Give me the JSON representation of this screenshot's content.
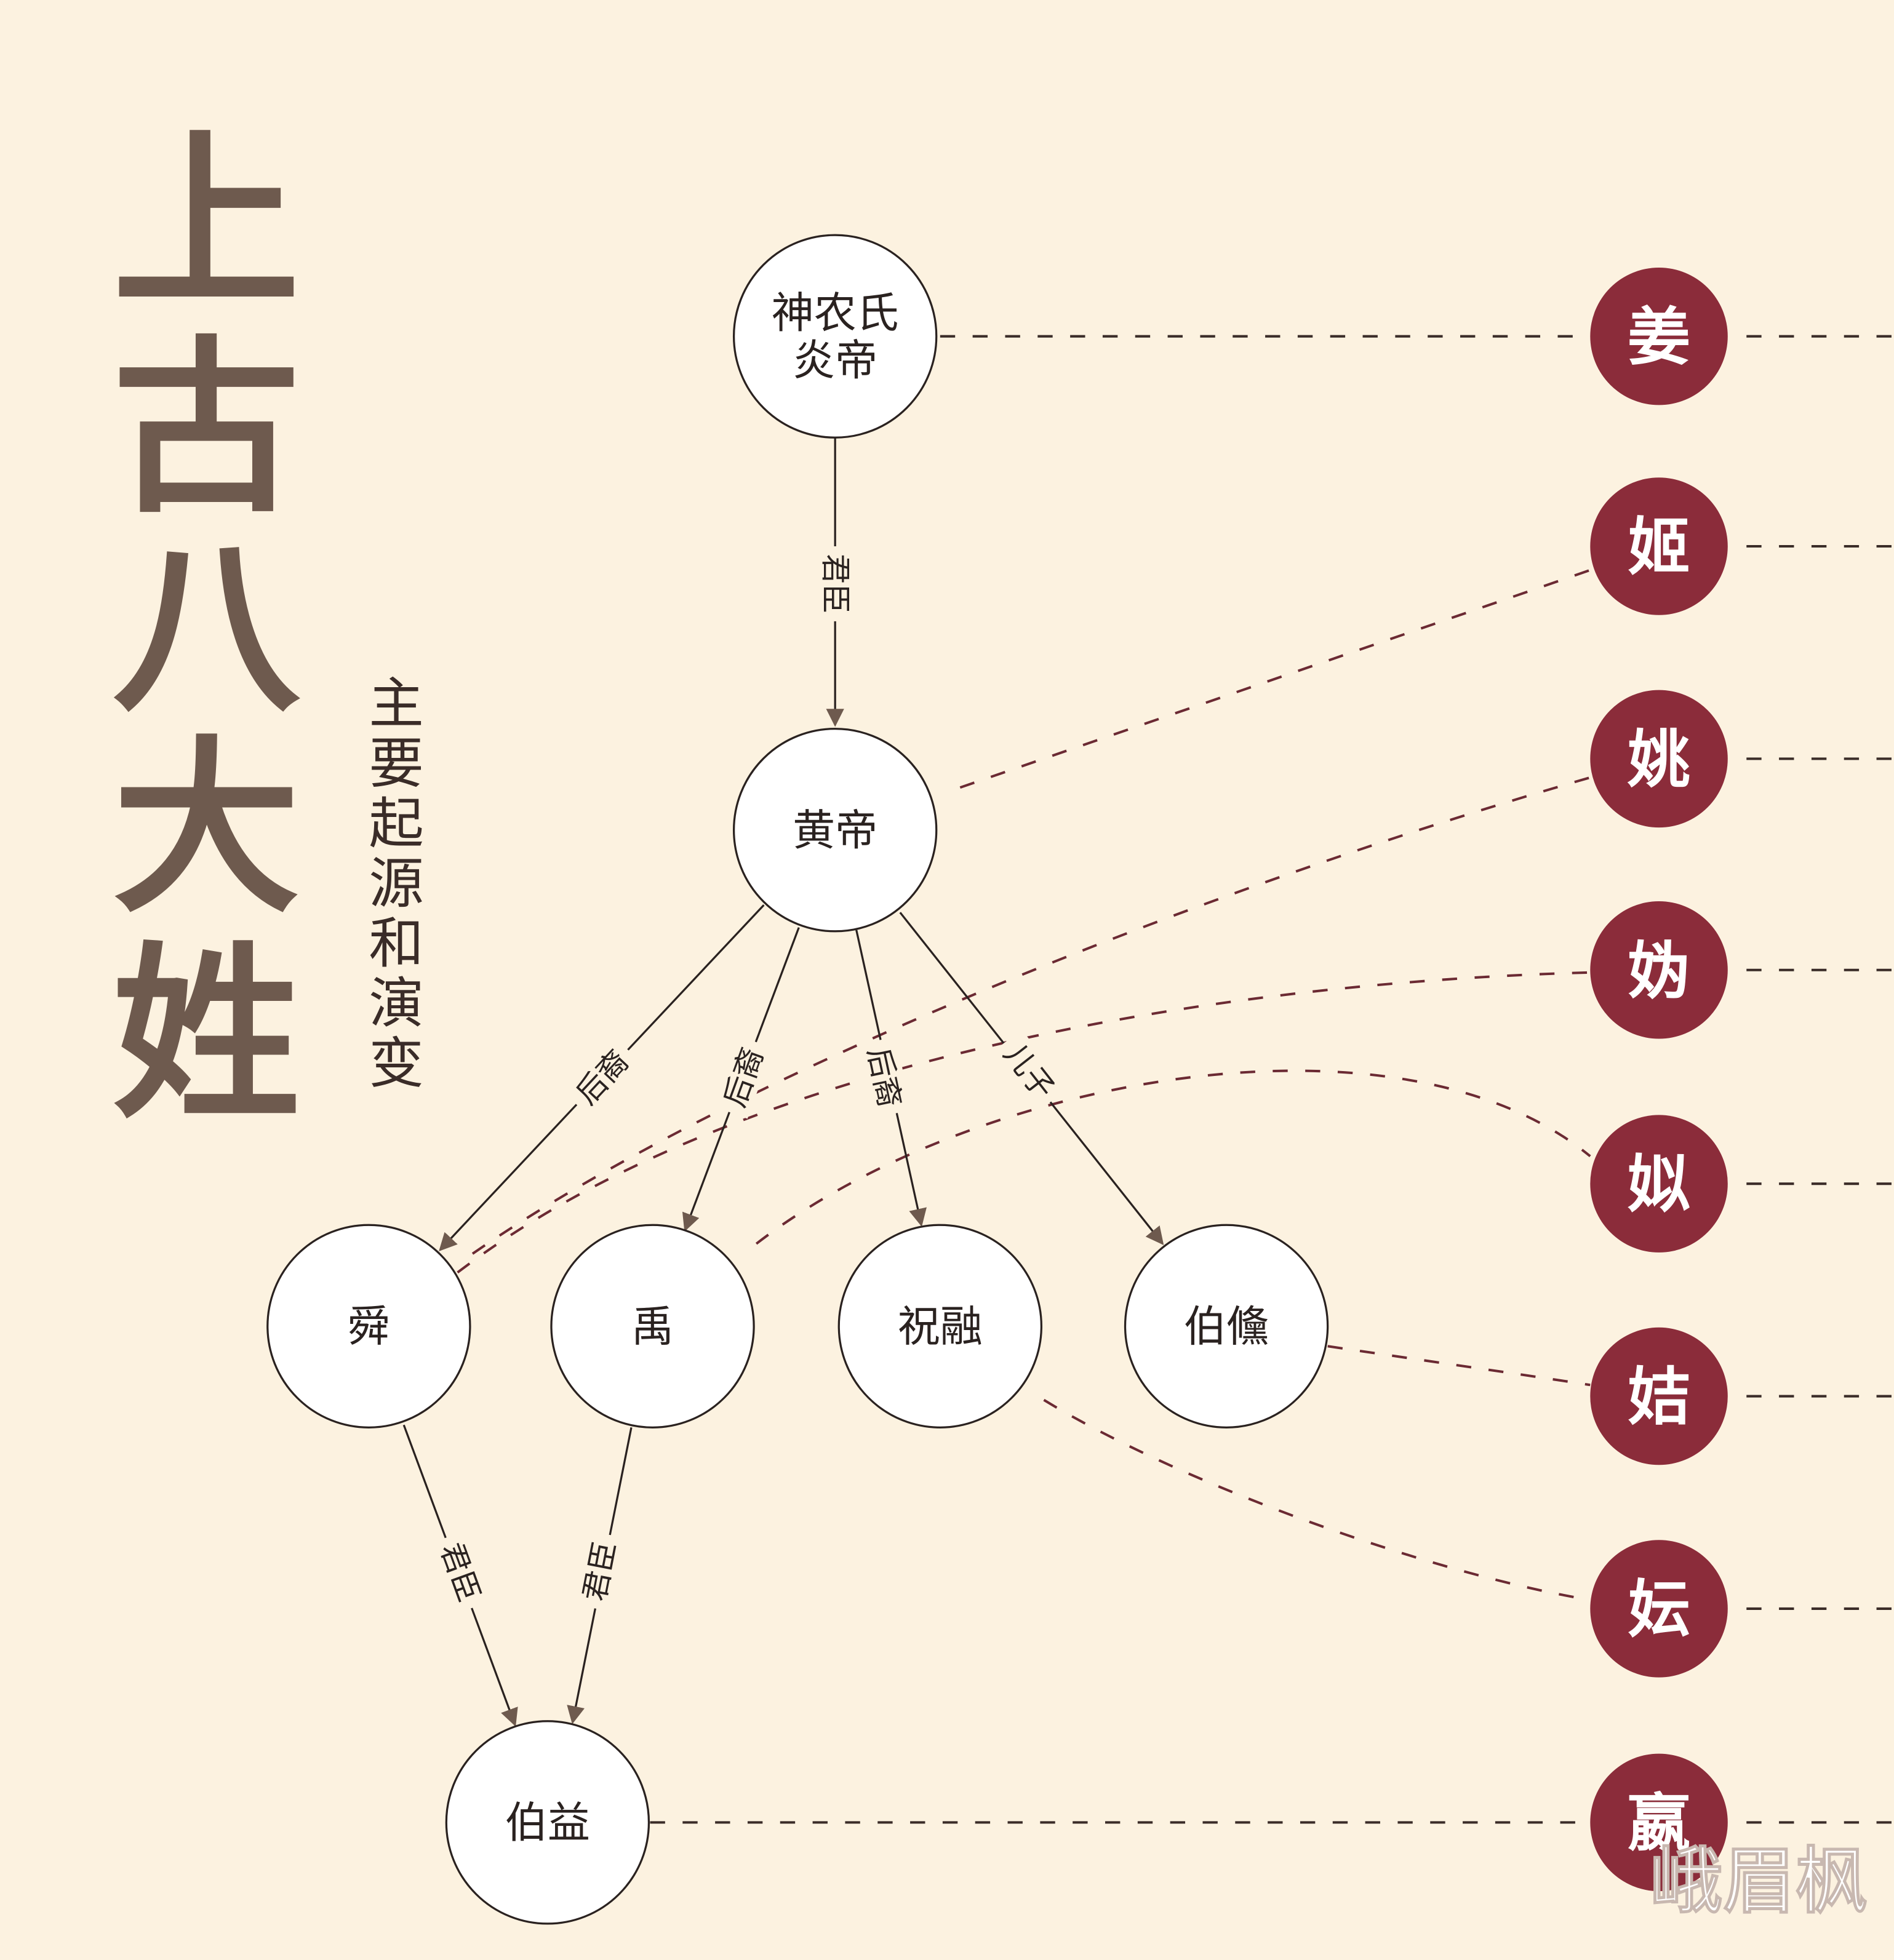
{
  "title": [
    "上",
    "古",
    "八",
    "大",
    "姓"
  ],
  "subtitle": [
    "主",
    "要",
    "起",
    "源",
    "和",
    "演",
    "变"
  ],
  "nodes": {
    "yandi": [
      "神农氏",
      "炎帝"
    ],
    "huangdi": "黄帝",
    "shun": "舜",
    "yu": "禹",
    "zhurong": "祝融",
    "boshu": "伯儵",
    "boyi": "伯益"
  },
  "edge_labels": {
    "yandi_huangdi": "君臣",
    "huangdi_shun": "后裔",
    "huangdi_yu": "后裔",
    "huangdi_zhurong": "后裔",
    "huangdi_boshu": "儿子",
    "shun_boyi": "君臣",
    "yu_boyi": "君臣"
  },
  "surnames": [
    "姜",
    "姬",
    "姚",
    "妫",
    "姒",
    "姞",
    "妘",
    "嬴"
  ],
  "colors": {
    "background": "#fcf2e0",
    "surname_fill": "#8b2c3a",
    "title": "#6e5a4e"
  },
  "watermark": "峨眉枫"
}
